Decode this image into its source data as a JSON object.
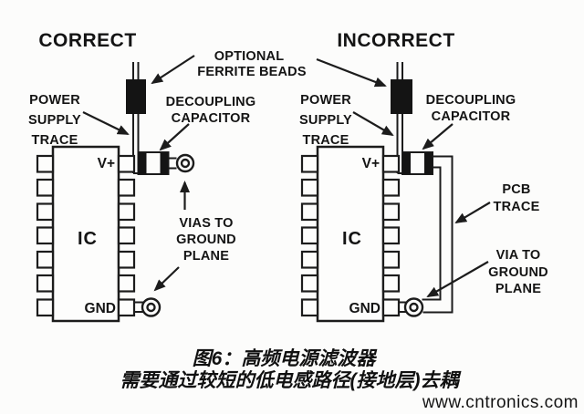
{
  "diagram": {
    "correct_title": "CORRECT",
    "incorrect_title": "INCORRECT",
    "ferrite_label": {
      "lines": [
        "OPTIONAL",
        "FERRITE BEADS"
      ]
    },
    "left": {
      "power_trace_label": {
        "lines": [
          "POWER",
          "SUPPLY",
          "TRACE"
        ]
      },
      "cap_label": {
        "lines": [
          "DECOUPLING",
          "CAPACITOR"
        ]
      },
      "vias_label": {
        "lines": [
          "VIAS TO",
          "GROUND",
          "PLANE"
        ]
      },
      "ic": "IC",
      "vplus": "V+",
      "gnd": "GND"
    },
    "right": {
      "power_trace_label": {
        "lines": [
          "POWER",
          "SUPPLY",
          "TRACE"
        ]
      },
      "cap_label": {
        "lines": [
          "DECOUPLING",
          "CAPACITOR"
        ]
      },
      "pcb_trace_label": {
        "lines": [
          "PCB",
          "TRACE"
        ]
      },
      "via_label": {
        "lines": [
          "VIA TO",
          "GROUND",
          "PLANE"
        ]
      },
      "ic": "IC",
      "vplus": "V+",
      "gnd": "GND"
    }
  },
  "caption": {
    "line1": "图6：高频电源滤波器",
    "line2": "需要通过较短的低电感路径(接地层)去耦"
  },
  "watermark": {
    "text": "www.cntronics.com",
    "color": "#b7d9ac"
  },
  "colors": {
    "ink": "#1c1c1c",
    "background": "#fcfcfb"
  }
}
